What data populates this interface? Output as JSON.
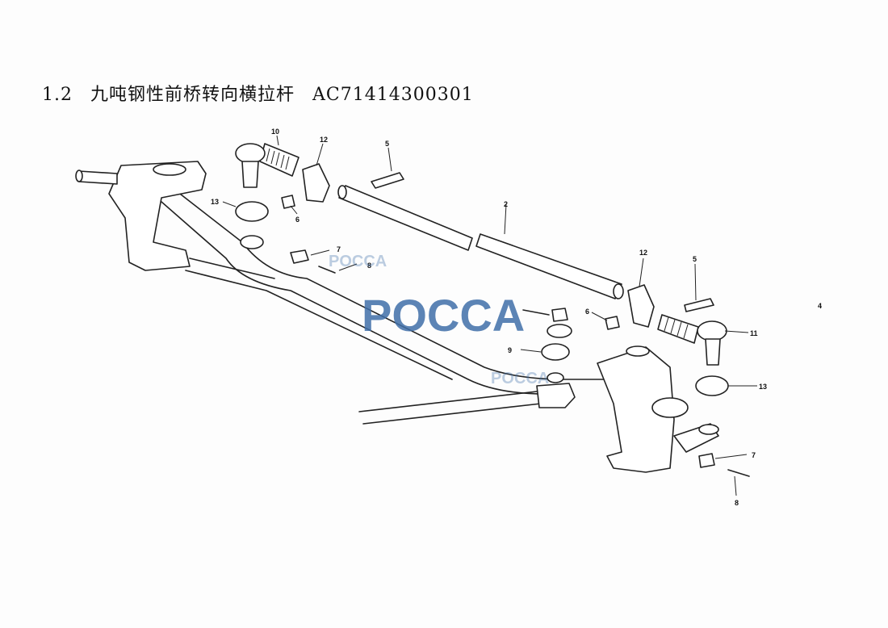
{
  "title": {
    "section": "1.2",
    "name": "九吨钢性前桥转向横拉杆",
    "code": "AC71414300301"
  },
  "watermark": "POCCA",
  "callouts": [
    "10",
    "12",
    "5",
    "13",
    "6",
    "7",
    "8",
    "2",
    "12",
    "5",
    "6",
    "4",
    "11",
    "9",
    "13",
    "7",
    "8"
  ],
  "colors": {
    "watermark_blue": "#3f6fa8",
    "ink": "#222222"
  }
}
